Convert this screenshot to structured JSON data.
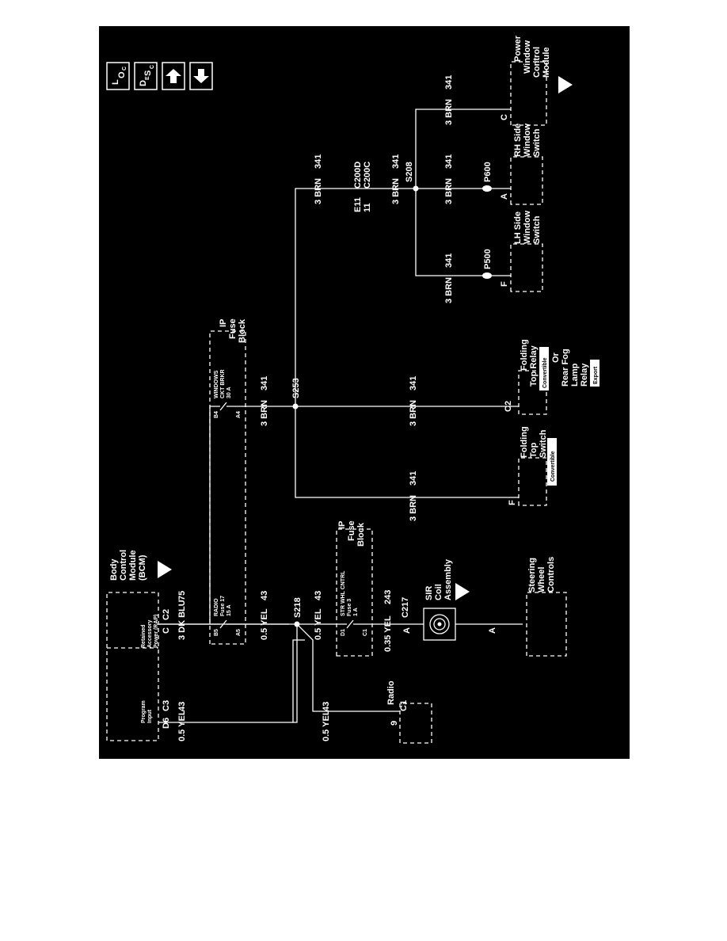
{
  "nav": {
    "locator_line1": "L",
    "locator_line2": "O",
    "locator_sub": "C",
    "desc_main": "D",
    "desc_sub1": "E",
    "desc_sub2": "S",
    "desc_sub3": "C",
    "up_icon": "up-arrow",
    "down_icon": "down-arrow"
  },
  "components": {
    "bcm": [
      "Body",
      "Control",
      "Module",
      "(BCM)"
    ],
    "bcm_rap": [
      "Retained",
      "Accessory",
      "Power (RAP)"
    ],
    "bcm_program": [
      "Program",
      "Input"
    ],
    "ip_fuse_block_1": [
      "IP",
      "Fuse",
      "Block"
    ],
    "ip_fuse_block_2": [
      "IP",
      "Fuse",
      "Block"
    ],
    "fuse_radio": [
      "RADIO",
      "Fuse 17",
      "15 A"
    ],
    "fuse_windows": [
      "WINDOWS",
      "CKT BRKR",
      "30 A"
    ],
    "fuse_strwhl": [
      "STR WHL CNTRL",
      "Fuse 3",
      "1 A"
    ],
    "radio": "Radio",
    "sir_coil": [
      "SIR",
      "Coil",
      "Assembly"
    ],
    "steering_controls": [
      "Steering",
      "Wheel",
      "Controls"
    ],
    "folding_top_switch": [
      "Folding",
      "Top",
      "Switch"
    ],
    "folding_top_relay": [
      "Folding",
      "Top Relay"
    ],
    "rear_fog": [
      "Or",
      "Rear Fog",
      "Lamp",
      "Relay"
    ],
    "convertible": "Convertible",
    "export": "Export",
    "lh_switch": [
      "LH Side",
      "Window",
      "Switch"
    ],
    "rh_switch": [
      "RH Side",
      "Window",
      "Switch"
    ],
    "pwr_window_module": [
      "Power",
      "Window",
      "Control",
      "Module"
    ]
  },
  "pins": {
    "d6": "D6",
    "c3": "C3",
    "c": "C",
    "c2": "C2",
    "b5": "B5",
    "a5": "A5",
    "b4": "B4",
    "a4": "A4",
    "d1": "D1",
    "c1f": "C1",
    "nine": "9",
    "c1": "C1",
    "a_c217": "A",
    "a_steer": "A",
    "f_fold": "F",
    "c2_relay": "C2",
    "f_lh": "F",
    "a_rh": "A",
    "c_pwr": "C",
    "e11": "E11",
    "eleven": "11",
    "c200d": "C200D",
    "c200c": "C200C"
  },
  "connectors": {
    "c217": "C217",
    "p500": "P500",
    "p600": "P600"
  },
  "splices": {
    "s218": "S218",
    "s253": "S253",
    "s208": "S208"
  },
  "wires": {
    "yel_05": "0.5 YEL",
    "yel_035": "0.35 YEL",
    "dkblu_3": "3 DK BLU",
    "brn_3": "3 BRN",
    "c43": "43",
    "c75": "75",
    "c243": "243",
    "c341": "341"
  }
}
